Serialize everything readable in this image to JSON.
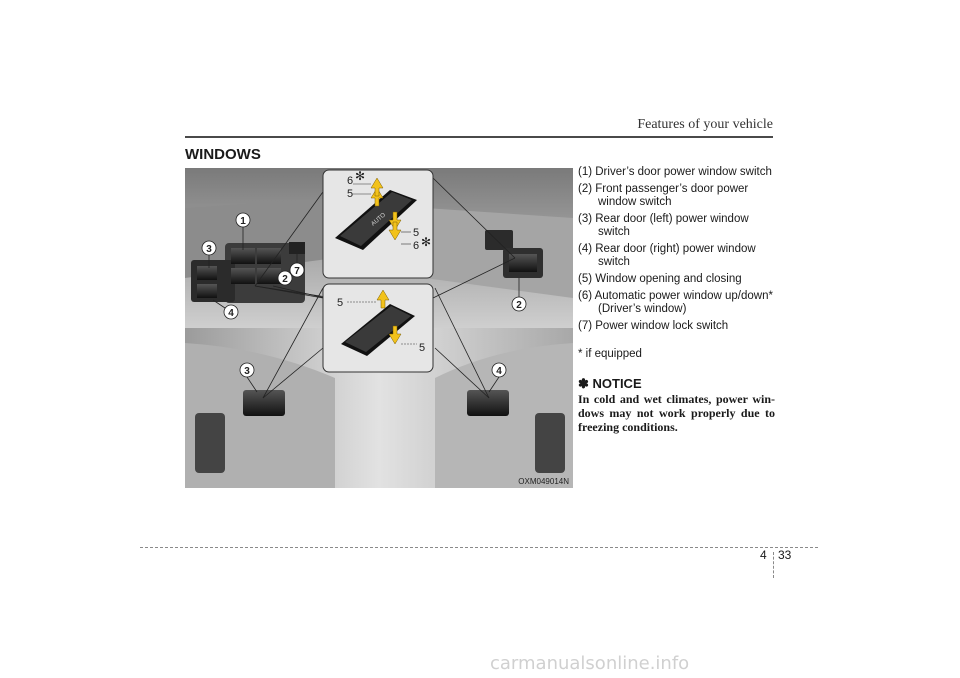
{
  "header": {
    "title": "Features of your vehicle"
  },
  "section": {
    "title": "WINDOWS"
  },
  "figure": {
    "code": "OXM049014N",
    "callouts": {
      "c1": "1",
      "c2": "2",
      "c3": "3",
      "c4": "4",
      "c7": "7",
      "c5": "5",
      "c6": "6",
      "auto": "AUTO",
      "star": "✻"
    }
  },
  "list": {
    "items": [
      "(1) Driver’s door power window switch",
      "(2) Front passenger’s door power window switch",
      "(3) Rear door (left) power window switch",
      "(4) Rear door (right) power window switch",
      "(5) Window opening and closing",
      "(6) Automatic power window up/down* (Driver’s window)",
      "(7) Power window lock switch"
    ]
  },
  "footnote": "* if equipped",
  "notice": {
    "title": "✽ NOTICE",
    "body": "In cold and wet climates, power win-dows may not work properly due to freezing conditions."
  },
  "footer": {
    "chapter": "4",
    "page": "33"
  },
  "watermark": "carmanualsonline.info",
  "colors": {
    "arrow": "#f2c21b",
    "rule": "#4a4a4a"
  }
}
